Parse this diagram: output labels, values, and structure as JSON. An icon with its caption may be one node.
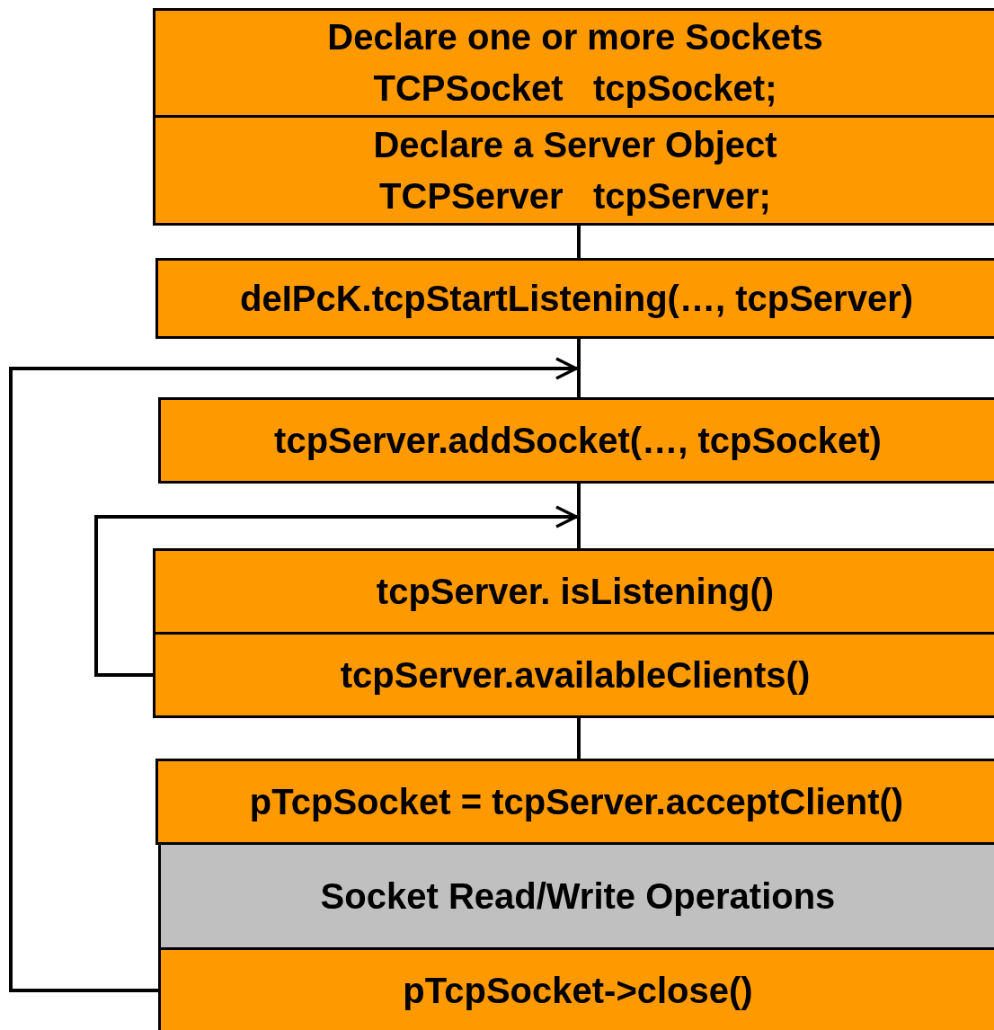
{
  "diagram": {
    "nodes": [
      {
        "text": [
          "Declare one or more Sockets",
          "TCPSocket   tcpSocket;"
        ]
      },
      {
        "text": [
          "Declare a Server Object",
          "TCPServer   tcpServer;"
        ]
      },
      {
        "text": [
          "deIPcK.tcpStartListening(…, tcpServer)"
        ]
      },
      {
        "text": [
          "tcpServer.addSocket(…, tcpSocket)"
        ]
      },
      {
        "text": [
          "tcpServer. isListening()"
        ]
      },
      {
        "text": [
          "tcpServer.availableClients()"
        ]
      },
      {
        "text": [
          "pTcpSocket = tcpServer.acceptClient()"
        ]
      },
      {
        "text": [
          "Socket Read/Write Operations"
        ]
      },
      {
        "text": [
          "pTcpSocket->close()"
        ]
      }
    ],
    "edges": [
      {
        "from": 1,
        "to": 2,
        "arrow": "none"
      },
      {
        "from": 2,
        "to": 3,
        "arrow": "none"
      },
      {
        "from": 8,
        "to": 3,
        "arrow": "to"
      },
      {
        "from": 3,
        "to": 4,
        "arrow": "none"
      },
      {
        "from": 5,
        "to": 4,
        "arrow": "to"
      },
      {
        "from": 5,
        "to": 6,
        "arrow": "none"
      }
    ]
  }
}
